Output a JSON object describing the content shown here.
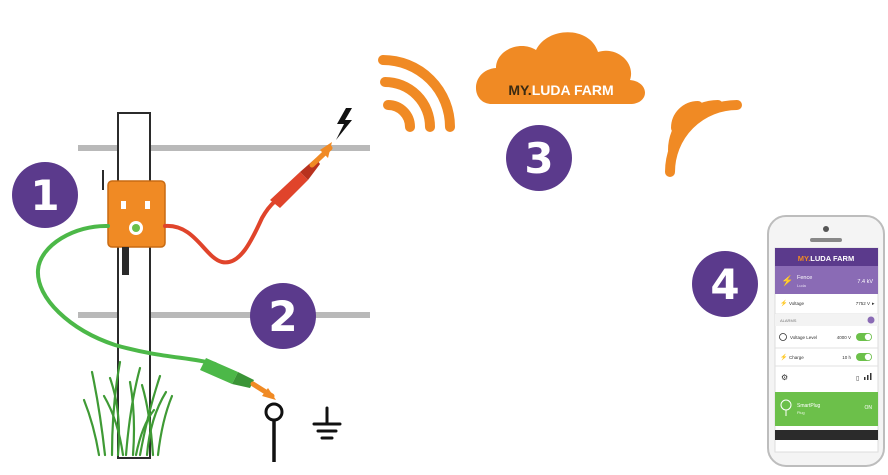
{
  "steps": [
    {
      "number": "1",
      "color": "#5b3a8c"
    },
    {
      "number": "2",
      "color": "#5b3a8c"
    },
    {
      "number": "3",
      "color": "#5b3a8c"
    },
    {
      "number": "4",
      "color": "#5b3a8c"
    }
  ],
  "cloud": {
    "brand_prefix": "MY.",
    "brand_name": "LUDA",
    "brand_suffix": " FARM",
    "color": "#f08a24"
  },
  "colors": {
    "orange": "#f08a24",
    "purple": "#5b3a8c",
    "red_cable": "#e0442b",
    "green_cable": "#4cb848",
    "wire": "#b9b9b9",
    "phone_green": "#6cc04a"
  },
  "icons": {
    "lightning": "lightning-bolt-icon",
    "ground": "ground-symbol-icon",
    "signal_left": "wifi-signal-icon",
    "signal_right": "wifi-signal-icon"
  },
  "phone": {
    "brand_prefix": "MY.",
    "brand_name": "LUDA",
    "brand_suffix": " FARM",
    "device_title": "Fence",
    "device_subtitle": "Luda",
    "device_value": "7.4 kV",
    "voltage_label": "Voltage",
    "voltage_value": "7752 V",
    "alarms_label": "ALARMS",
    "voltage_level_label": "Voltage Level",
    "voltage_level_value": "4000 V",
    "charge_label": "Charge",
    "charge_value": "10 h",
    "smartplug_title": "SmartPlug",
    "smartplug_subtitle": "Plug",
    "smartplug_state": "ON"
  }
}
